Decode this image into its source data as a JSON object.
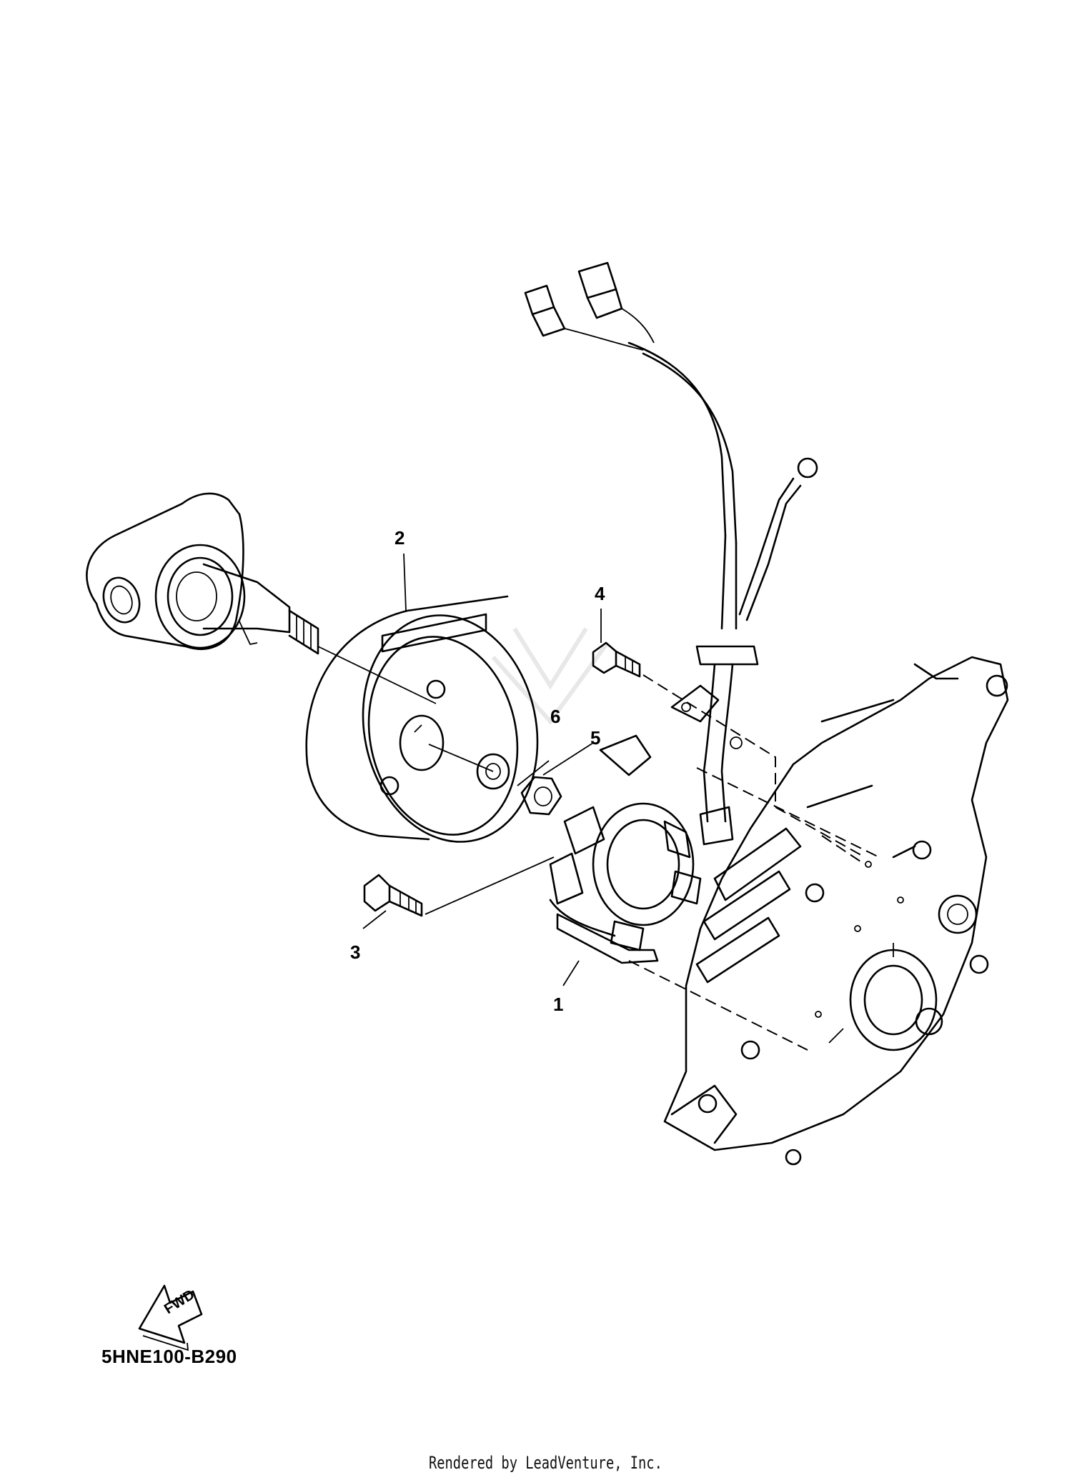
{
  "callouts": [
    {
      "label": "1"
    },
    {
      "label": "2"
    },
    {
      "label": "3"
    },
    {
      "label": "4"
    },
    {
      "label": "5"
    },
    {
      "label": "6"
    }
  ],
  "diagram_code": "5HNE100-B290",
  "direction_arrow": {
    "label": "FWD"
  },
  "credit": "Rendered by LeadVenture, Inc.",
  "icons": [
    "fwd-arrow-icon"
  ],
  "colors": {
    "line": "#000000",
    "background": "#ffffff"
  }
}
